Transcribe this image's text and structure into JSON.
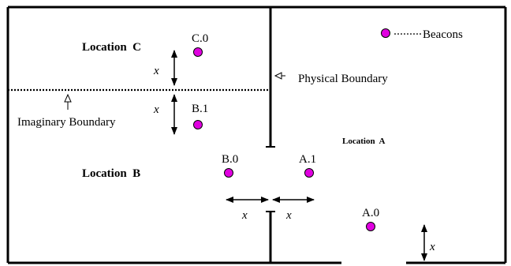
{
  "legend": {
    "label": "Beacons"
  },
  "locations": {
    "a": "Location  A",
    "b": "Location  B",
    "c": "Location  C"
  },
  "boundaries": {
    "physical": "Physical Boundary",
    "imaginary": "Imaginary Boundary"
  },
  "beacons": [
    "C.0",
    "B.1",
    "B.0",
    "A.1",
    "A.0"
  ],
  "distance_symbol": "x",
  "colors": {
    "beacon_fill": "#e000e0",
    "line": "#000000"
  }
}
